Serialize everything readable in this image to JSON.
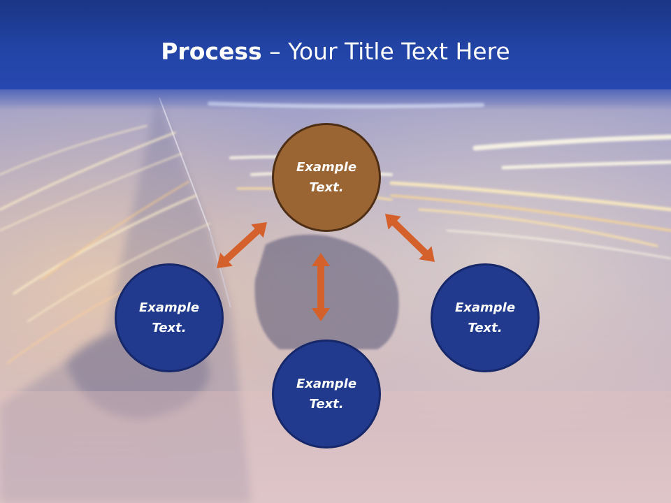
{
  "slide": {
    "title_bold": "Process",
    "title_rest": " – Your Title Text Here"
  },
  "diagram": {
    "center_node": {
      "label": "Example\nText.",
      "color": "#9a6433"
    },
    "nodes": [
      {
        "label": "Example\nText.",
        "color": "#213a8e"
      },
      {
        "label": "Example\nText.",
        "color": "#213a8e"
      },
      {
        "label": "Example\nText.",
        "color": "#213a8e"
      }
    ],
    "arrow_color": "#d4612b"
  }
}
